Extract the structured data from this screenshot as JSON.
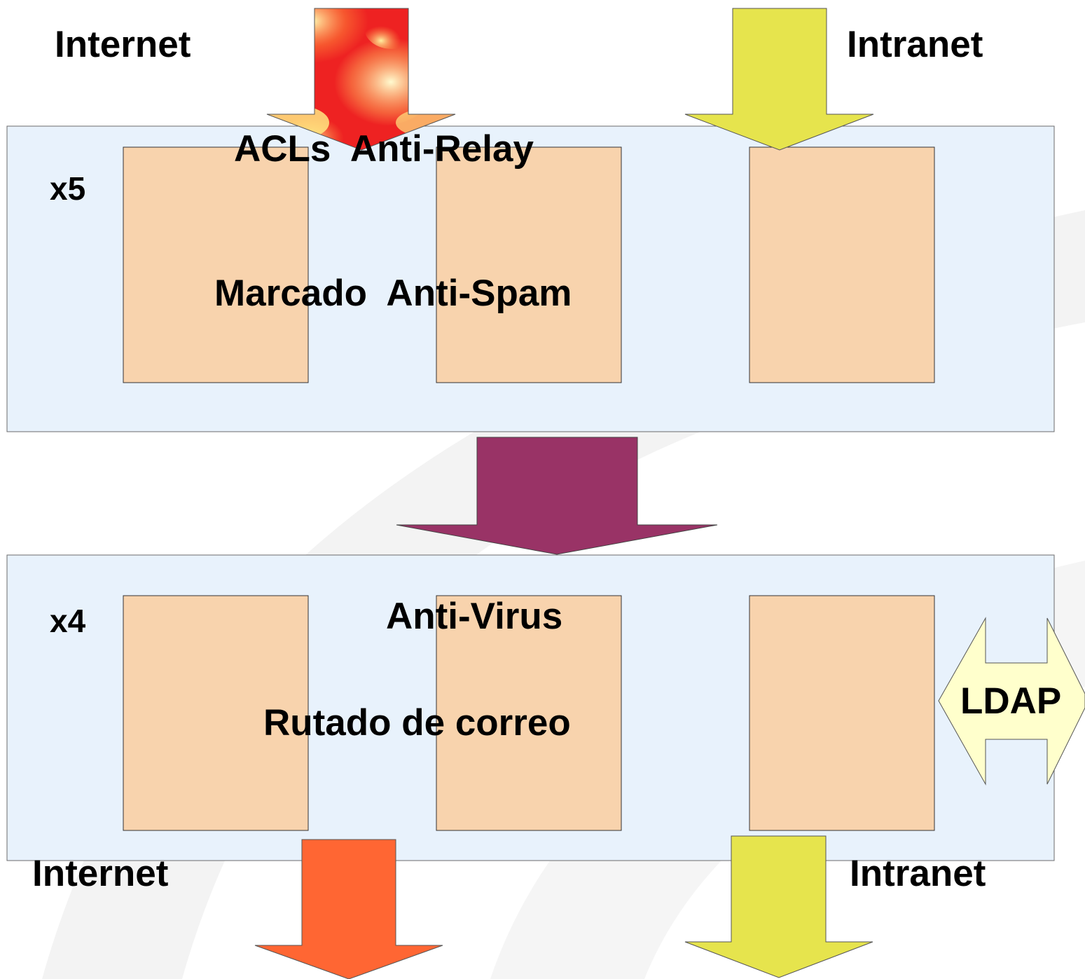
{
  "top": {
    "internet_label": "Internet",
    "intranet_label": "Intranet"
  },
  "tier1": {
    "multiplier": "x5",
    "function_1": "ACLs  Anti-Relay",
    "function_2": "Marcado  Anti-Spam"
  },
  "tier2": {
    "multiplier": "x4",
    "function_1": "Anti-Virus",
    "function_2": "Rutado de correo",
    "ldap_label": "LDAP"
  },
  "bottom": {
    "internet_label": "Internet",
    "intranet_label": "Intranet"
  },
  "colors": {
    "panel_fill": "#e8f2fc",
    "server_fill": "#f8d3ad",
    "intranet_arrow": "#e6e44d",
    "internet_out_arrow": "#ff6633",
    "tier_link_arrow": "#993366",
    "ldap_arrow": "#ffffcc",
    "fire_red": "#ee2222",
    "fire_yellow": "#fff3a0"
  }
}
